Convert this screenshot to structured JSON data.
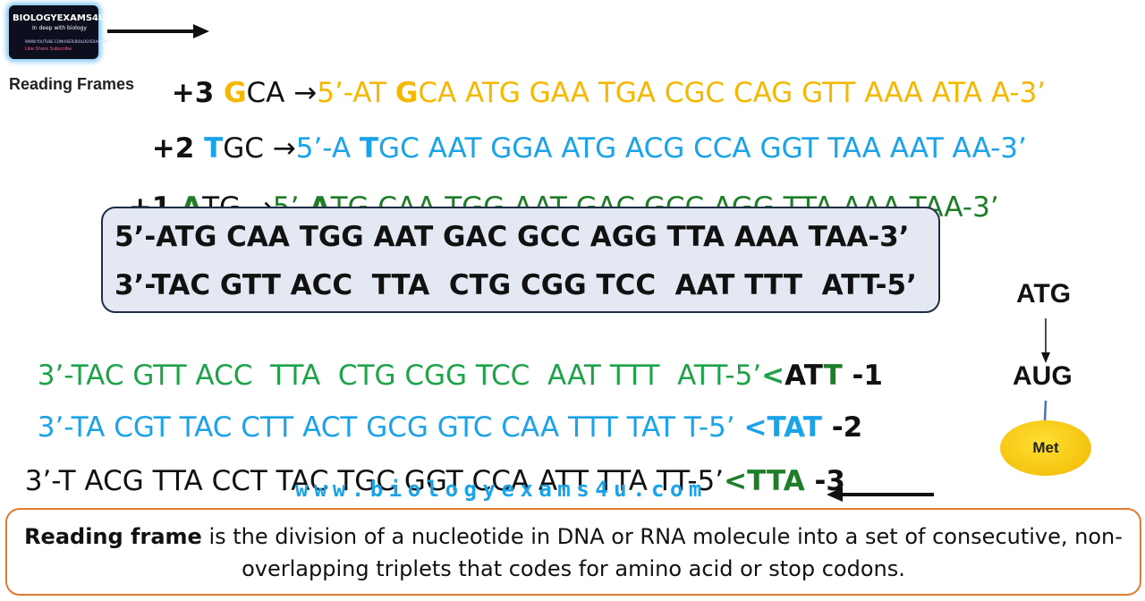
{
  "logo": {
    "brand": "BIOLOGYEXAMS4U",
    "tagline": "In deep with biology",
    "channel": "WWW.YOUTUBE.COM/USER/BIOLOGYEXAMS4U",
    "actions": "Like   Share   Subscribe"
  },
  "header": {
    "label": "Reading Frames"
  },
  "frames_forward": [
    {
      "id": "+3",
      "prefix_bold": "+3 ",
      "start_letter": "G",
      "start_rest": "CA ",
      "arrow": "→",
      "seq_a": "5’-AT ",
      "seq_bold": "G",
      "seq_b": "CA ATG GAA TGA CGC CAG GTT AAA ATA A-3’",
      "color": "#f5b800"
    },
    {
      "id": "+2",
      "prefix_bold": "+2 ",
      "start_letter": "T",
      "start_rest": "GC ",
      "arrow": "→",
      "seq_a": "5’-A ",
      "seq_bold": "T",
      "seq_b": "GC AAT GGA ATG ACG CCA GGT TAA AAT AA-3’",
      "color": "#1aa3e8"
    },
    {
      "id": "+1",
      "prefix_bold": "+1 ",
      "start_letter": "A",
      "start_rest": "TG ",
      "arrow": "→",
      "seq_a": "5’-",
      "seq_bold": "A",
      "seq_b": "TG CAA TGG AAT GAC GCC AGG TTA AAA TAA-3’",
      "color": "#1e7d27"
    }
  ],
  "dna_box": {
    "top_strand": "5’-ATG CAA TGG AAT GAC GCC AGG TTA AAA TAA-3’",
    "bottom_strand": "3’-TAC GTT ACC  TTA  CTG CGG TCC  AAT TTT  ATT-5’"
  },
  "frames_reverse": [
    {
      "id": "-1",
      "seq": "3’-TAC GTT ACC  TTA  CTG CGG TCC  AAT TTT  ATT-5’",
      "lt": "<",
      "codon_a": "AT",
      "codon_b": "T",
      "label": " -1",
      "color": "#1fa34a"
    },
    {
      "id": "-2",
      "seq": "3’-TA CGT TAC CTT ACT GCG GTC CAA TTT TAT T-5’ ",
      "lt": "<",
      "codon_a": "TAT",
      "codon_b": "",
      "label": " -2",
      "color": "#1aa3e8"
    },
    {
      "id": "-3",
      "seq": "3’-T ACG TTA CCT TAC TGC GGT CCA ATT TTA TT-5’",
      "lt": "<",
      "codon_a": "TTA",
      "codon_b": "",
      "label": " -3",
      "color": "#111111"
    }
  ],
  "website": "www.biologyexams4u.com",
  "codon_panel": {
    "dna": "ATG",
    "rna": "AUG",
    "amino_acid": "Met"
  },
  "definition": {
    "term": "Reading frame",
    "text": " is the division of a nucleotide in DNA or RNA molecule into a set of consecutive, non-overlapping triplets that codes for amino acid or stop codons."
  },
  "colors": {
    "gold": "#f5b800",
    "blue": "#1aa3e8",
    "green": "#1e7d27",
    "bright_green": "#1fa34a",
    "orange_border": "#e07b32",
    "box_fill": "#e3e8f2",
    "box_border": "#1f2c45"
  }
}
